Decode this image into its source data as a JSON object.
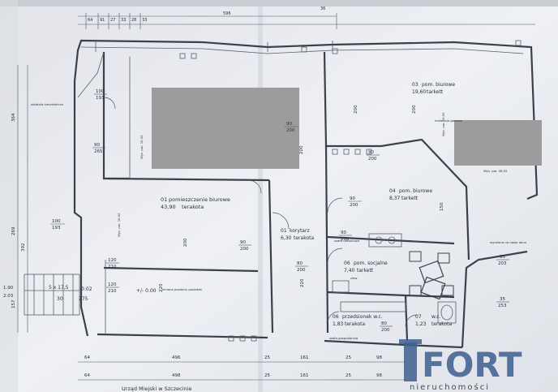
{
  "top_dims": [
    "64",
    "91",
    "27",
    "33",
    "28",
    "33",
    "596",
    "36"
  ],
  "bottom_dims_row1": [
    "64",
    "496",
    "25",
    "161",
    "25",
    "98"
  ],
  "bottom_dims_row2": [
    "64",
    "498",
    "25",
    "161",
    "25",
    "98"
  ],
  "left_dims": [
    "364",
    "269",
    "392",
    "157",
    "1.90",
    "2.03"
  ],
  "caption": "Urząd Miejski w Szczecinie",
  "rooms": [
    {
      "num": "01",
      "name": "pomieszczenie biurowe",
      "area": "43,90",
      "floor": "terakota"
    },
    {
      "num": "01",
      "name": "korytarz",
      "area": "6,30",
      "floor": "terakota"
    },
    {
      "num": "03",
      "name": "pom. biurowe",
      "area": "19,60",
      "floor": "tarkett"
    },
    {
      "num": "04",
      "name": "pom. biurowe",
      "area": "8,37",
      "floor": "tarkett"
    },
    {
      "num": "06",
      "name": "pom. socjalne",
      "area": "7,40",
      "floor": "tarkett"
    },
    {
      "num": "06",
      "name": "przedsionek w.c.",
      "area": "1,83",
      "floor": "terakota"
    },
    {
      "num": "07",
      "name": "w.c.",
      "area": "1,23",
      "floor": "terakota"
    }
  ],
  "openings": [
    {
      "w": "100",
      "h": "193"
    },
    {
      "w": "90",
      "h": "265"
    },
    {
      "w": "100",
      "h": "193"
    },
    {
      "w": "90",
      "h": "200"
    },
    {
      "w": "90",
      "h": "200"
    },
    {
      "w": "90",
      "h": "200"
    },
    {
      "w": "80",
      "h": "200"
    },
    {
      "w": "90",
      "h": "200"
    },
    {
      "w": "80",
      "h": "200"
    },
    {
      "w": "90",
      "h": "200"
    },
    {
      "w": "35",
      "h": "203"
    },
    {
      "w": "35",
      "h": "253"
    },
    {
      "w": "120",
      "h": "210"
    },
    {
      "w": "120",
      "h": "210"
    }
  ],
  "stairs": {
    "spec": "5 x 17,5",
    "left": "30",
    "right": "275",
    "level": "-0.02",
    "zero": "+/- 0.00"
  },
  "dimension_misc": [
    "200",
    "200",
    "220",
    "200",
    "150",
    "200",
    "220"
  ],
  "notes": [
    "Wys. par. 10,50",
    "Wys. par. 10,50",
    "Wys. par. 10,50",
    "Wys. par. 08,55",
    "szafa ubraniowa",
    "zlew",
    "szafa gospodarcza",
    "instalacja gazowa",
    "ostatnia śmiertelnica",
    "zmiana poziomu posadzki",
    "wymiana na nowe okno"
  ],
  "logo": {
    "main": "FORT",
    "sub": "nieruchomości"
  },
  "colors": {
    "line": "#3a404c",
    "paper": "#e9ebf0",
    "redact": "#9c9c9c",
    "logo": "#3d5f8f"
  }
}
